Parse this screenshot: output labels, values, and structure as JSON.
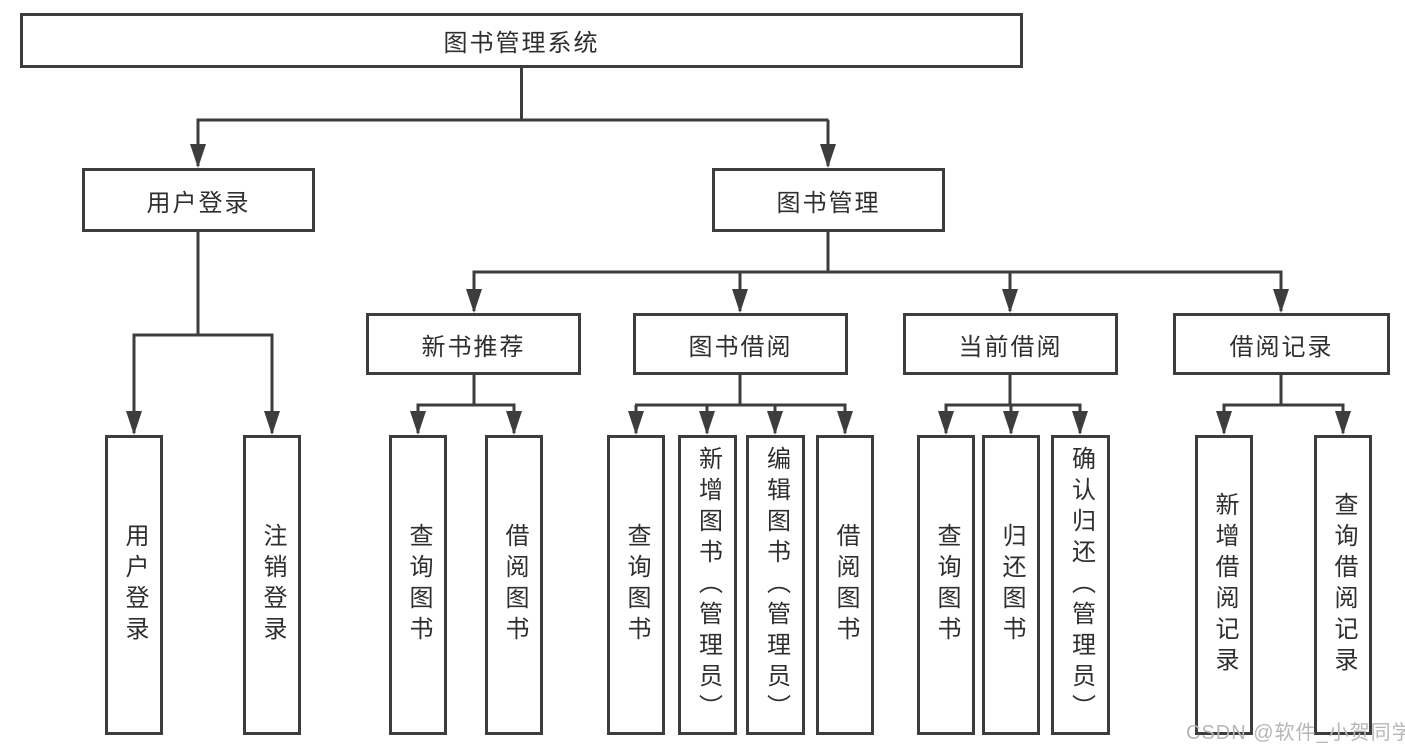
{
  "diagram": {
    "title": "图书管理系统",
    "level1": {
      "user_login": "用户登录",
      "book_management": "图书管理"
    },
    "level2": {
      "new_book_recommendation": "新书推荐",
      "book_borrowing": "图书借阅",
      "current_borrowing": "当前借阅",
      "borrowing_records": "借阅记录"
    },
    "leaves": {
      "user_login": [
        "用户登录",
        "注销登录"
      ],
      "new_book_recommendation": [
        "查询图书",
        "借阅图书"
      ],
      "book_borrowing": [
        "查询图书",
        "新增图书（管理员）",
        "编辑图书（管理员）",
        "借阅图书"
      ],
      "current_borrowing": [
        "查询图书",
        "归还图书",
        "确认归还（管理员）"
      ],
      "borrowing_records": [
        "新增借阅记录",
        "查询借阅记录"
      ]
    }
  },
  "watermark": "CSDN @软件_小贺同学",
  "colors": {
    "border": "#3d3d3d",
    "text": "#2f2f2f",
    "background": "#ffffff",
    "watermark": "#b7b7b7"
  }
}
